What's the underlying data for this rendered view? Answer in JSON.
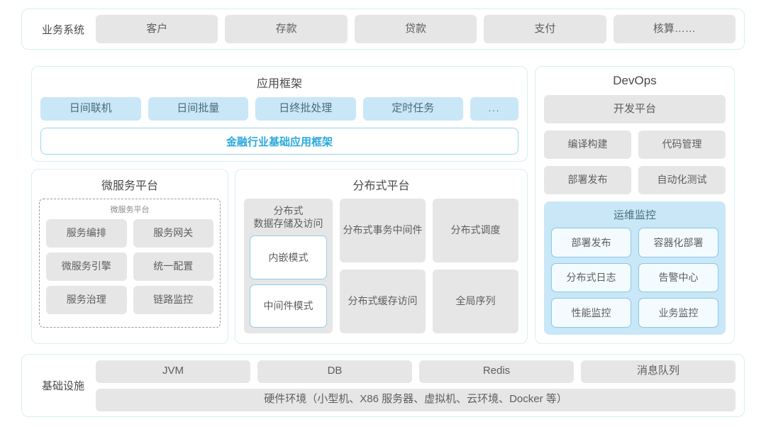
{
  "business_row": {
    "label": "业务系统",
    "items": [
      "客户",
      "存款",
      "贷款",
      "支付",
      "核算……"
    ]
  },
  "app_framework": {
    "title": "应用框架",
    "pills": [
      "日间联机",
      "日间批量",
      "日终批处理",
      "定时任务"
    ],
    "more": "...",
    "banner": "金融行业基础应用框架"
  },
  "microservice": {
    "title": "微服务平台",
    "inner_title": "微服务平台",
    "items": [
      "服务编排",
      "服务网关",
      "微服务引擎",
      "统一配置",
      "服务治理",
      "链路监控"
    ]
  },
  "distributed": {
    "title": "分布式平台",
    "storage": {
      "title": "分布式\n数据存储及访问",
      "title_line1": "分布式",
      "title_line2": "数据存储及访问",
      "modes": [
        "内嵌模式",
        "中间件模式"
      ]
    },
    "grid": [
      {
        "line1": "分布式",
        "line2": "事务中间件"
      },
      {
        "line1": "分布式调度",
        "line2": ""
      },
      {
        "line1": "分布式",
        "line2": "缓存访问"
      },
      {
        "line1": "全局序列",
        "line2": ""
      }
    ]
  },
  "devops": {
    "title": "DevOps",
    "platform": "开发平台",
    "items": [
      "编译构建",
      "代码管理",
      "部署发布",
      "自动化测试"
    ],
    "ops_monitor": {
      "title": "运维监控",
      "items": [
        "部署发布",
        "容器化部署",
        "分布式日志",
        "告警中心",
        "性能监控",
        "业务监控"
      ]
    }
  },
  "infrastructure": {
    "label": "基础设施",
    "items": [
      "JVM",
      "DB",
      "Redis",
      "消息队列"
    ],
    "hardware": "硬件环境（小型机、X86 服务器、虚拟机、云环境、Docker 等）"
  },
  "colors": {
    "card_border": "#d9eef2",
    "grey_pill": "#e6e6e6",
    "blue_pill": "#c9e7f7",
    "accent_text": "#2aa9dc",
    "outline_blue": "#8fcfe8"
  }
}
